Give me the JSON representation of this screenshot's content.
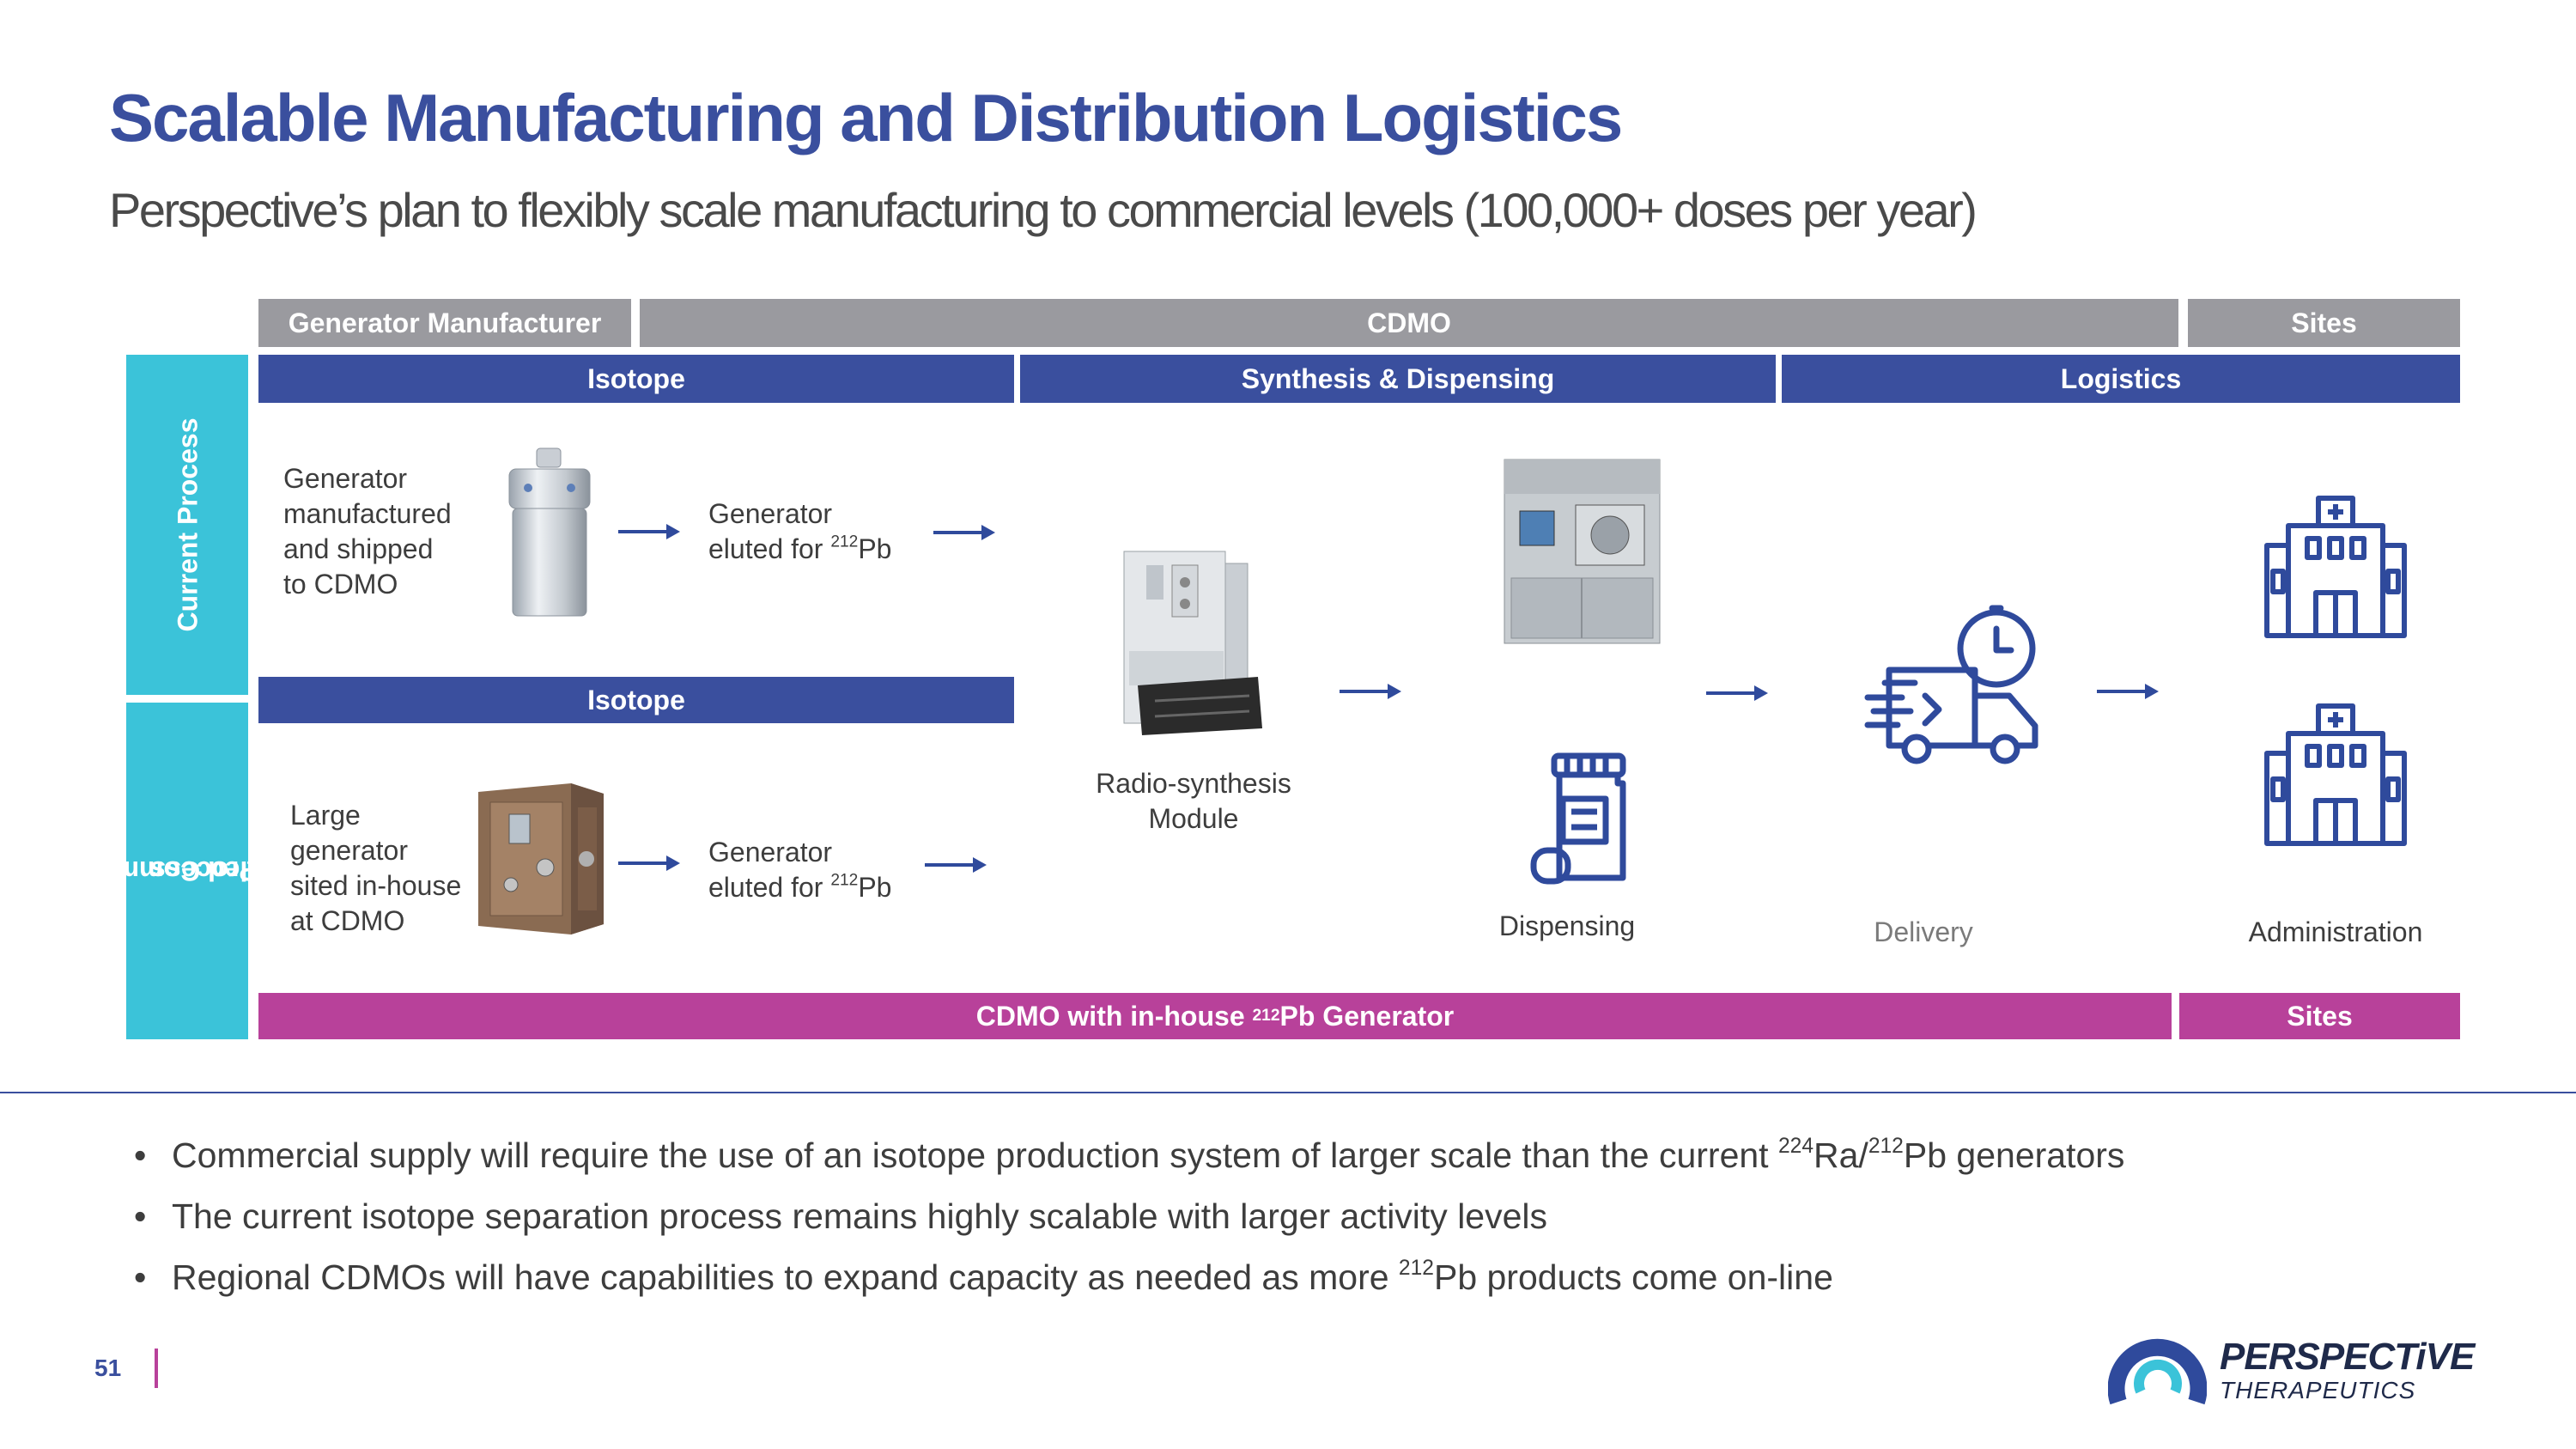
{
  "header": {
    "title": "Scalable Manufacturing and Distribution Logistics",
    "subtitle": "Perspective’s plan to flexibly scale manufacturing to commercial levels (100,000+ doses per year)"
  },
  "top_bars": {
    "generator_manufacturer": "Generator Manufacturer",
    "cdmo": "CDMO",
    "sites": "Sites"
  },
  "stage_bars": {
    "isotope": "Isotope",
    "synthesis": "Synthesis & Dispensing",
    "logistics": "Logistics",
    "isotope_scaled": "Isotope"
  },
  "bottom_bars": {
    "cdmo_prefix": "CDMO with in-house ",
    "cdmo_sup": "212",
    "cdmo_suffix": "Pb Generator",
    "sites": "Sites"
  },
  "rows": {
    "current": "Current Process",
    "scaled_line1": "Scaled Commercial",
    "scaled_line2": "Process"
  },
  "current_process": {
    "generator_text": [
      "Generator",
      "manufactured",
      "and shipped",
      "to CDMO"
    ],
    "eluted_line1": "Generator",
    "eluted_prefix": "eluted for ",
    "eluted_sup": "212",
    "eluted_suffix": "Pb"
  },
  "scaled_process": {
    "generator_text": [
      "Large",
      "generator",
      "sited in-house",
      "at CDMO"
    ],
    "eluted_line1": "Generator",
    "eluted_prefix": "eluted for ",
    "eluted_sup": "212",
    "eluted_suffix": "Pb"
  },
  "steps": {
    "radio_line1": "Radio-synthesis",
    "radio_line2": "Module",
    "dispensing": "Dispensing",
    "delivery": "Delivery",
    "administration": "Administration"
  },
  "bullets": [
    {
      "prefix": "Commercial supply will require the use of an isotope production system of larger scale than the current ",
      "sup1": "224",
      "mid": "Ra/",
      "sup2": "212",
      "suffix": "Pb generators"
    },
    {
      "prefix": "The current isotope separation process remains highly scalable with larger activity levels",
      "sup1": "",
      "mid": "",
      "sup2": "",
      "suffix": ""
    },
    {
      "prefix": "Regional CDMOs will have capabilities to expand capacity as needed as more ",
      "sup1": "",
      "mid": "",
      "sup2": "212",
      "suffix": "Pb products come on-line"
    }
  ],
  "bullet_char": "•",
  "footer": {
    "page_number": "51",
    "logo_main": "PERSPECTiVE",
    "logo_sub": "THERAPEUTICS"
  },
  "colors": {
    "brand_blue": "#3a4f9e",
    "magenta": "#b8419a",
    "cyan": "#3bc3d9",
    "gray": "#9a9a9f"
  },
  "icons": [
    "right-arrow-icon",
    "hospital-icon",
    "delivery-truck-icon",
    "dispensing-jar-icon"
  ]
}
